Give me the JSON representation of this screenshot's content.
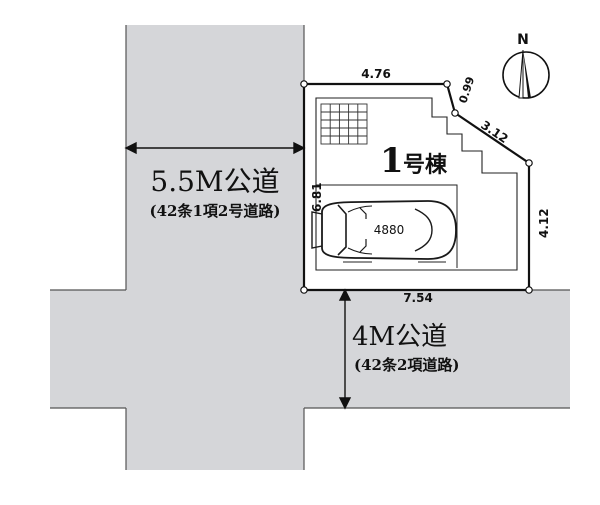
{
  "roads": {
    "main": {
      "label": "5.5M公道",
      "sub": "(42条1項2号道路)"
    },
    "secondary": {
      "label": "4M公道",
      "sub": "(42条2項道路)"
    }
  },
  "lot": {
    "building_label_num": "1",
    "building_label_text": "号棟",
    "parking_label": "4880"
  },
  "dimensions": {
    "top": "4.76",
    "corner_short": "0.99",
    "diagonal": "3.12",
    "right": "4.12",
    "bottom": "7.54",
    "left": "6.81"
  },
  "compass": {
    "north_label": "N"
  },
  "colors": {
    "road": "#d5d6d9",
    "road_edge": "#555555",
    "lot_line": "#111111",
    "building_line": "#222222"
  }
}
